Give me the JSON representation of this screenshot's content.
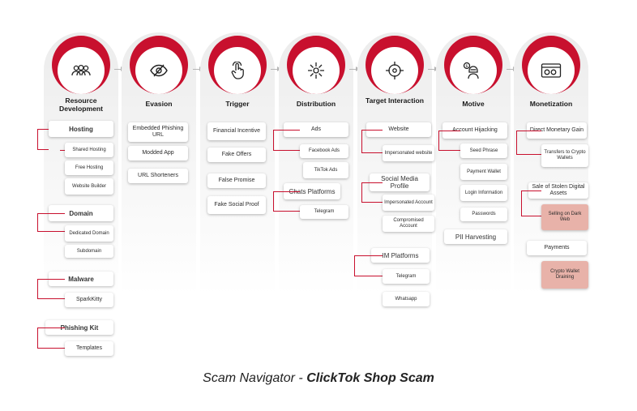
{
  "stages": [
    {
      "title": "Resource Development",
      "icon": "people-group-icon"
    },
    {
      "title": "Evasion",
      "icon": "eye-slash-icon"
    },
    {
      "title": "Trigger",
      "icon": "touch-tap-icon"
    },
    {
      "title": "Distribution",
      "icon": "network-hub-icon"
    },
    {
      "title": "Target Interaction",
      "icon": "crosshair-target-icon"
    },
    {
      "title": "Motive",
      "icon": "hacker-money-icon"
    },
    {
      "title": "Monetization",
      "icon": "cash-window-icon"
    }
  ],
  "resource_development": {
    "hosting": "Hosting",
    "shared_hosting": "Shared Hosting",
    "free_hosting": "Free Hosting",
    "website_builder": "Website Builder",
    "domain": "Domain",
    "dedicated_domain": "Dedicated Domain",
    "subdomain": "Subdomain",
    "malware": "Malware",
    "sparkkitty": "SparkKitty",
    "phishing_kit": "Phishing Kit",
    "templates": "Templates"
  },
  "evasion": {
    "embedded_url": "Embedded Phishing URL",
    "modded_app": "Modded App",
    "url_shorteners": "URL Shorteners"
  },
  "trigger": {
    "financial_incentive": "Financial Incentive",
    "fake_offers": "Fake Offers",
    "false_promise": "False Promise",
    "fake_social_proof": "Fake Social Proof"
  },
  "distribution": {
    "ads": "Ads",
    "facebook_ads": "Facebook Ads",
    "tiktok_ads": "TikTok Ads",
    "chats_platforms": "Chats Platforms",
    "telegram": "Telegram"
  },
  "target_interaction": {
    "website": "Website",
    "impersonated_website": "Impersonated website",
    "social_media_profile": "Social Media Profile",
    "impersonated_account": "Impersonated Account",
    "compromised_account": "Compromised Account",
    "im_platforms": "IM Platforms",
    "telegram": "Telegram",
    "whatsapp": "Whatsapp"
  },
  "motive": {
    "account_hijacking": "Account Hijacking",
    "seed_phrase": "Seed Phrase",
    "payment_wallet": "Payment Wallet",
    "login_information": "Login Information",
    "passwords": "Passwords",
    "pii_harvesting": "PII Harvesting"
  },
  "monetization": {
    "direct_gain": "Direct Monetary Gain",
    "transfers_crypto": "Transfers to Crypto Wallets",
    "sale_digital_assets": "Sale of Stolen Digital Assets",
    "selling_dark_web": "Selling on Dark Web",
    "payments": "Payments",
    "crypto_draining": "Crypto Wallet Draining"
  },
  "caption": {
    "prefix": "Scam Navigator - ",
    "title": "ClickTok Shop Scam"
  },
  "colors": {
    "accent": "#c8102e",
    "highlight": "#e8b2a9",
    "column_top": "#ececec"
  }
}
